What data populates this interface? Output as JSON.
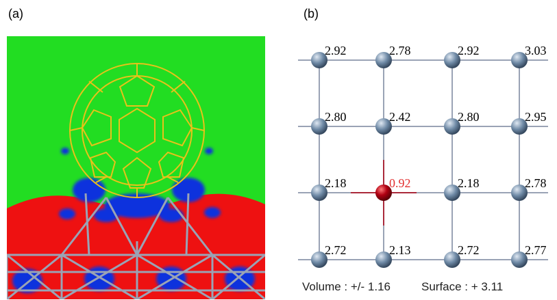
{
  "panels": {
    "a": {
      "label": "(a)"
    },
    "b": {
      "label": "(b)"
    }
  },
  "colors": {
    "background_green": "#22dd22",
    "region_red": "#ee1111",
    "region_blue": "#1133dd",
    "fullerene_yellow": "#e8c21a",
    "surface_lattice": "#9aa3b5",
    "atom_gray": "#6f8aa6",
    "center_atom_red": "#b00012",
    "highlight_red_text": "#e23030"
  },
  "grid": {
    "rows": [
      [
        "2.92",
        "2.78",
        "2.92",
        "3.03"
      ],
      [
        "2.80",
        "2.42",
        "2.80",
        "2.95"
      ],
      [
        "2.18",
        "0.92",
        "2.18",
        "2.78"
      ],
      [
        "2.72",
        "2.13",
        "2.72",
        "2.77"
      ]
    ],
    "highlight": {
      "row": 2,
      "col": 1
    }
  },
  "summary": {
    "volume": "Volume : +/- 1.16",
    "surface": "Surface : + 3.11"
  }
}
